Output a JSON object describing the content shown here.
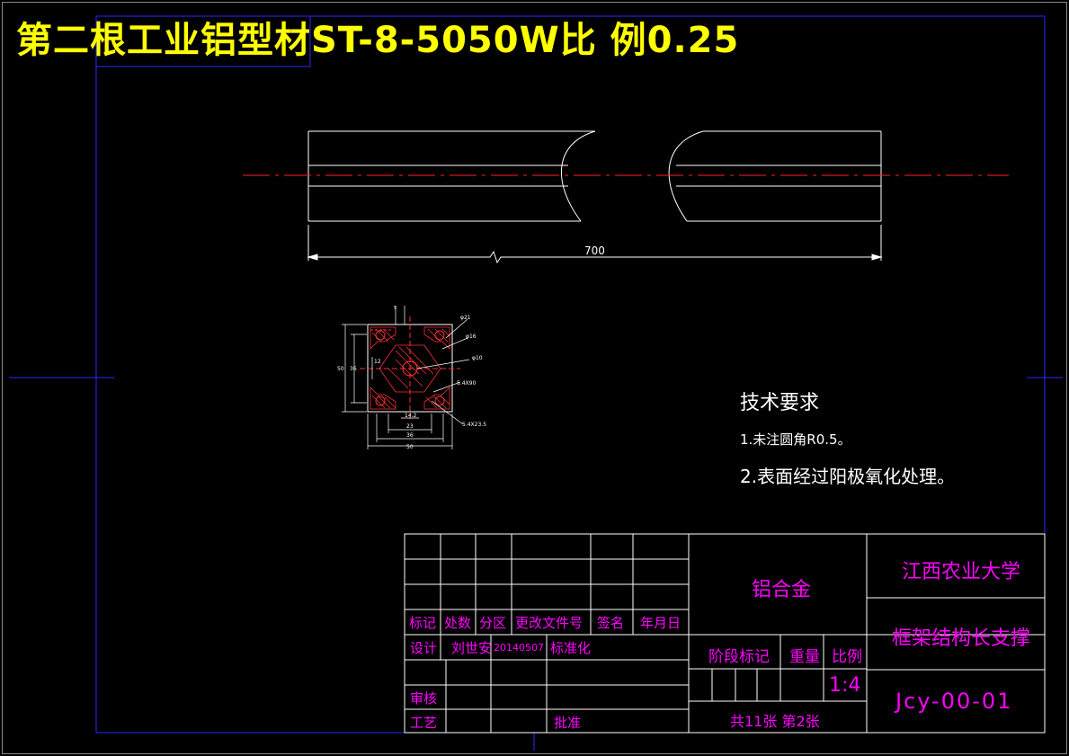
{
  "title": "第二根工业铝型材ST-8-5050W比 例0.25",
  "drawing": {
    "length_dim": "700",
    "section_dims": {
      "d_top": "φ21",
      "d_mid": "φ16",
      "d_inner": "φ10",
      "slot1": "5.4X90",
      "slot2": "5.4X23.5",
      "w50": "50",
      "w36": "36",
      "w23": "23",
      "w14": "14.2",
      "h50": "50",
      "h36": "36",
      "h12": "12",
      "top_small": "5"
    }
  },
  "tech_requirements": {
    "heading": "技术要求",
    "items": [
      "1.未注圆角R0.5。",
      "2.表面经过阳极氧化处理。"
    ]
  },
  "title_block": {
    "labels": {
      "mark": "标记",
      "count": "处数",
      "zone": "分区",
      "change_doc": "更改文件号",
      "sign": "签名",
      "date": "年月日",
      "design": "设计",
      "designer": "刘世安",
      "design_date": "20140507",
      "standardize": "标准化",
      "review": "审核",
      "process": "工艺",
      "approve": "批准",
      "stage_mark": "阶段标记",
      "weight": "重量",
      "scale": "比例"
    },
    "material": "铝合金",
    "scale_value": "1:4",
    "sheets": "共11张 第2张",
    "org": "江西农业大学",
    "part_name": "框架结构长支撑",
    "drawing_no": "Jcy-00-01"
  },
  "colors": {
    "background": "#000000",
    "title": "#ffff00",
    "frame": "#0000ff",
    "lines": "#ffffff",
    "center": "#ff0000",
    "titleblock_text": "#ff00ff",
    "hatch": "#ff0000"
  }
}
